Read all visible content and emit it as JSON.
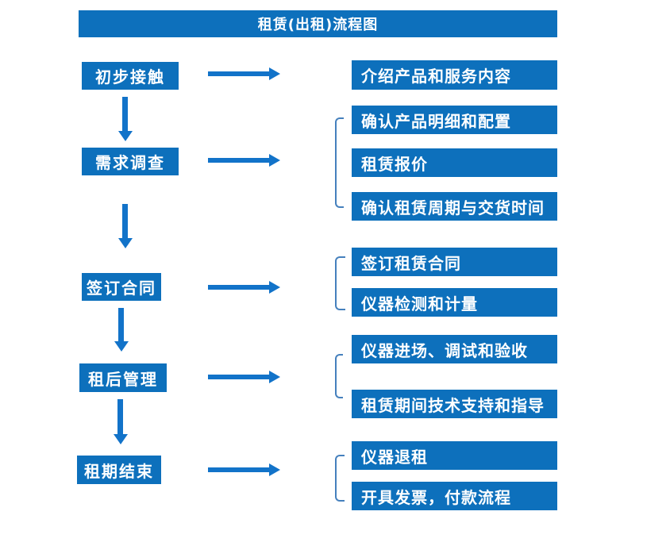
{
  "title": "租赁(出租)流程图",
  "colors": {
    "box_fill": "#0d70bc",
    "arrow": "#1273c9",
    "bracket": "#4580bd",
    "text": "#ffffff",
    "background": "#ffffff"
  },
  "flow": {
    "steps": [
      {
        "label": "初步接触",
        "outputs": [
          "介绍产品和服务内容"
        ]
      },
      {
        "label": "需求调查",
        "outputs": [
          "确认产品明细和配置",
          "租赁报价",
          "确认租赁周期与交货时间"
        ]
      },
      {
        "label": "签订合同",
        "outputs": [
          "签订租赁合同",
          "仪器检测和计量"
        ]
      },
      {
        "label": "租后管理",
        "outputs": [
          "仪器进场、调试和验收",
          "租赁期间技术支持和指导"
        ]
      },
      {
        "label": "租期结束",
        "outputs": [
          "仪器退租",
          "开具发票，付款流程"
        ]
      }
    ]
  }
}
